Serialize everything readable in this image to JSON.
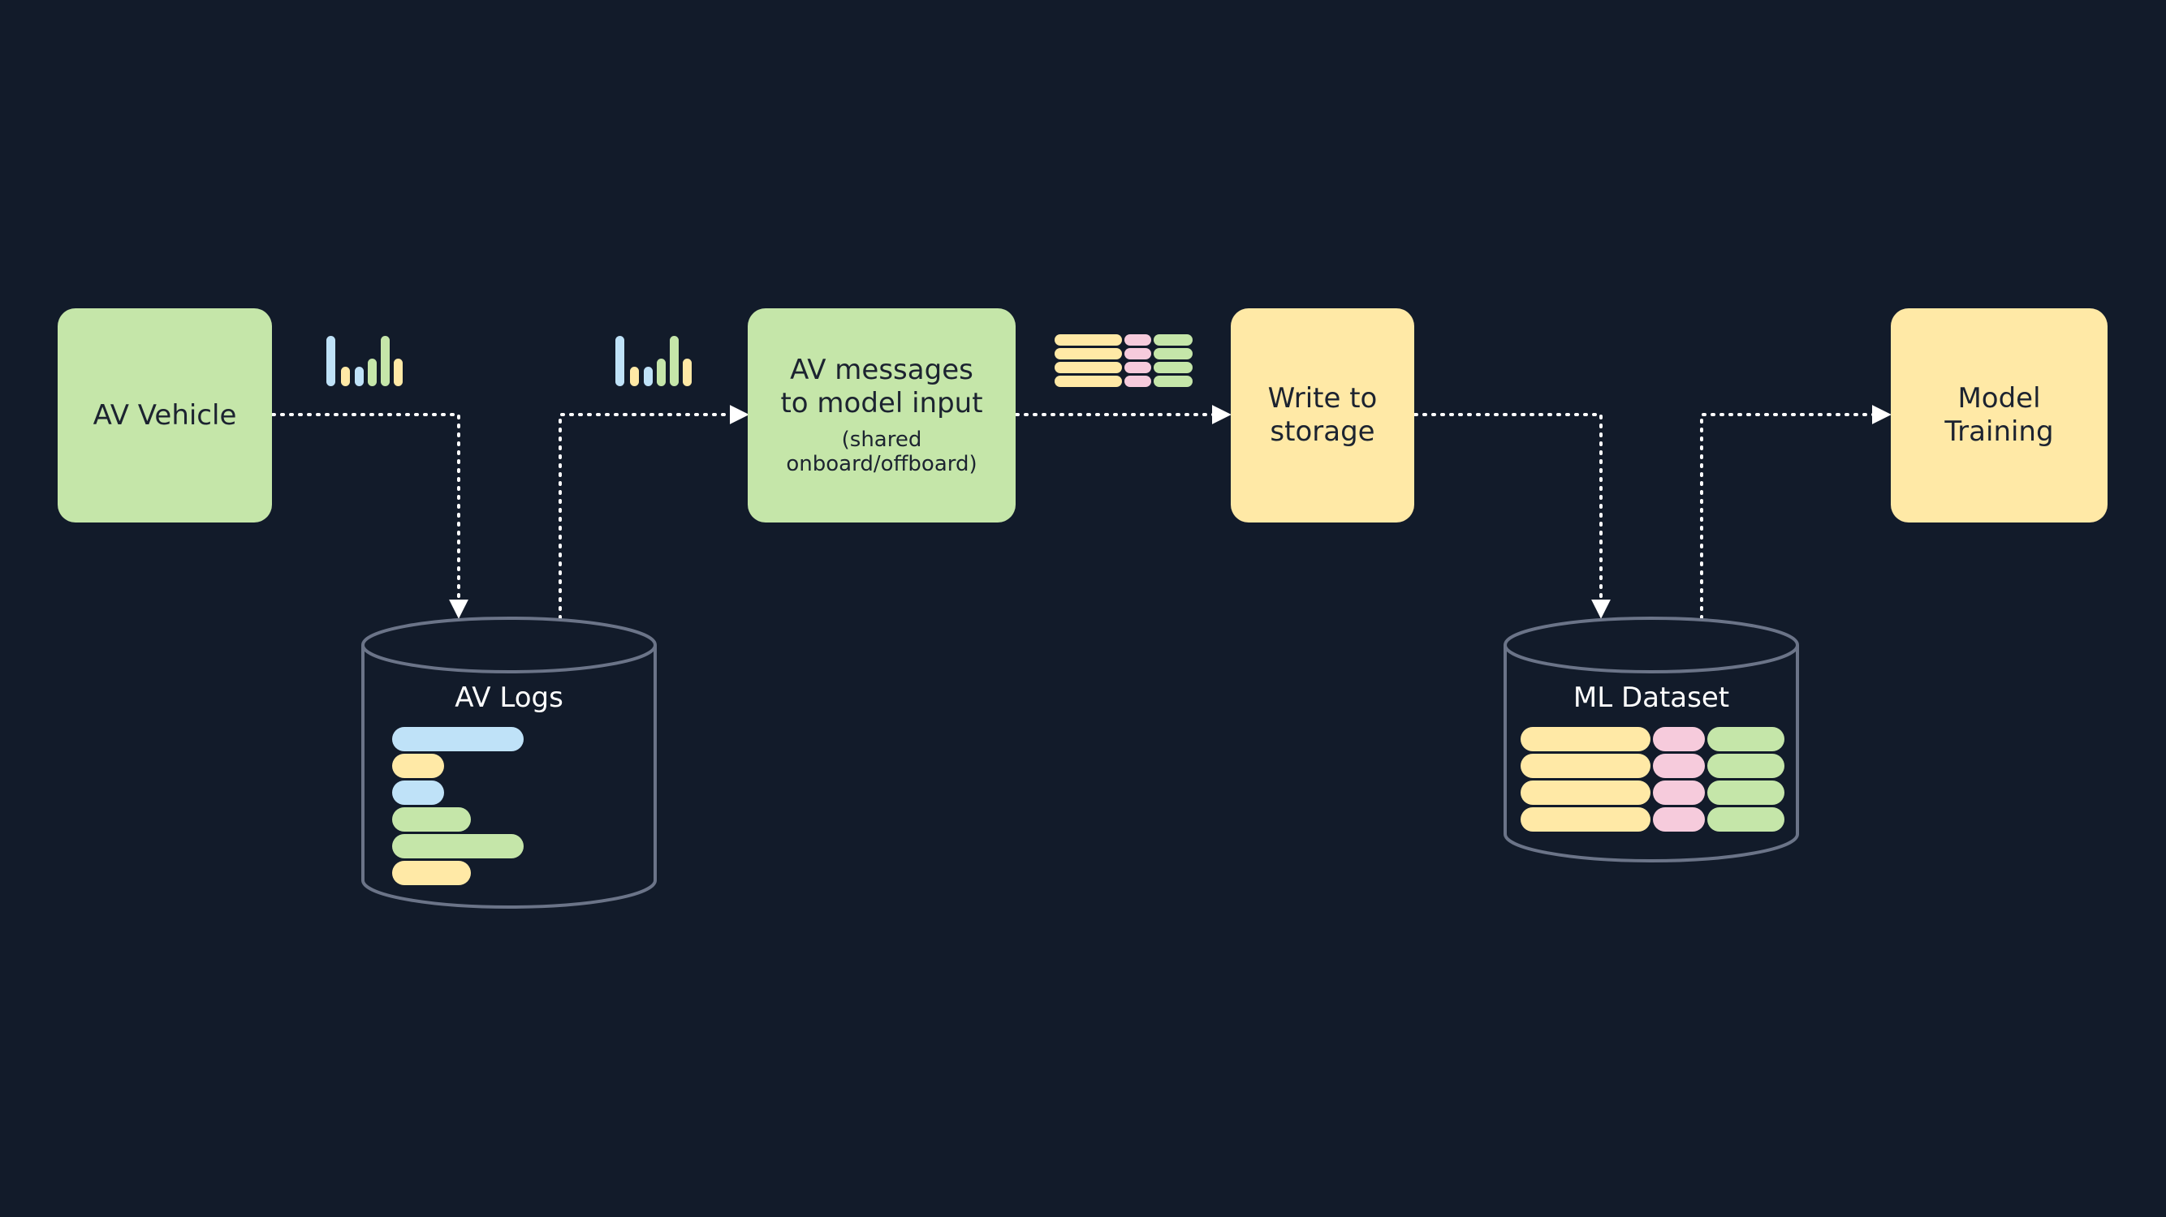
{
  "colors": {
    "background": "#121b2a",
    "green": "#c5e6a9",
    "yellow": "#ffe9a6",
    "blue": "#bfe2f8",
    "pink": "#f6cbdc",
    "outline": "#6b7488",
    "connector": "#ffffff"
  },
  "nodes": {
    "av_vehicle": {
      "label": "AV Vehicle"
    },
    "av_messages": {
      "label": "AV messages\nto model input",
      "sublabel": "(shared\nonboard/offboard)"
    },
    "write_storage": {
      "label": "Write to\nstorage"
    },
    "model_training": {
      "label": "Model\nTraining"
    }
  },
  "databases": {
    "av_logs": {
      "label": "AV Logs"
    },
    "ml_dataset": {
      "label": "ML Dataset"
    }
  },
  "icons": {
    "stream": "bar-chart-stream-icon",
    "table": "table-rows-icon"
  }
}
